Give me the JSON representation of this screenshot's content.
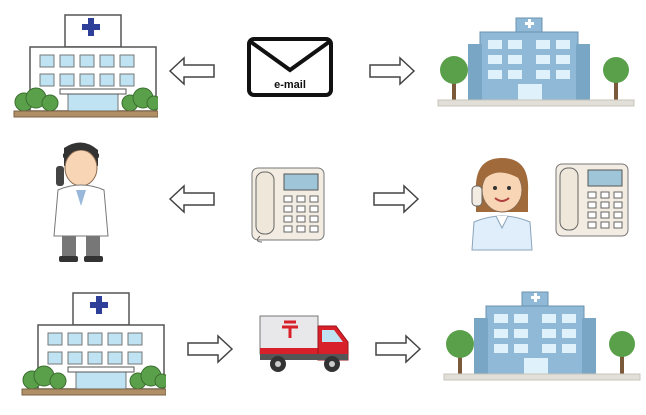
{
  "rows": [
    {
      "left": {
        "name": "hospital-white",
        "icon": "hospital-icon"
      },
      "arrow1": {
        "direction": "left"
      },
      "center": {
        "name": "email",
        "icon": "envelope-icon",
        "label": "e-mail"
      },
      "arrow2": {
        "direction": "right"
      },
      "right": {
        "name": "hospital-blue",
        "icon": "hospital-building-icon"
      }
    },
    {
      "left": {
        "name": "doctor",
        "icon": "doctor-on-phone-icon"
      },
      "arrow1": {
        "direction": "left"
      },
      "center": {
        "name": "telephone",
        "icon": "telephone-icon"
      },
      "arrow2": {
        "direction": "right"
      },
      "right": {
        "name": "nurse-with-phone",
        "icon": "nurse-on-phone-icon"
      }
    },
    {
      "left": {
        "name": "hospital-white",
        "icon": "hospital-icon"
      },
      "arrow1": {
        "direction": "right"
      },
      "center": {
        "name": "post-truck",
        "icon": "delivery-truck-icon"
      },
      "arrow2": {
        "direction": "right"
      },
      "right": {
        "name": "hospital-blue",
        "icon": "hospital-building-icon"
      }
    }
  ],
  "colors": {
    "cross": "#2e3f9a",
    "window": "#bfe3f2",
    "bush": "#5aa04a",
    "building_blue": "#8fb9d6",
    "truck_red": "#d8202a"
  }
}
